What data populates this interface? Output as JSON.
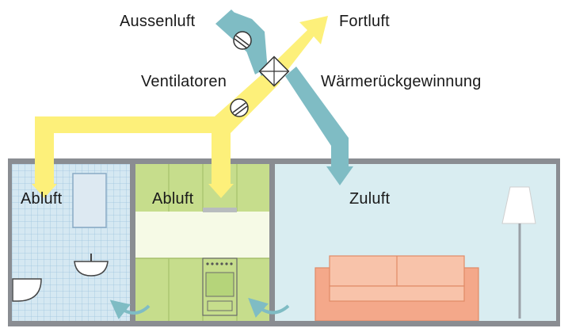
{
  "labels": {
    "outside_air": "Aussenluft",
    "exhaust_out": "Fortluft",
    "fans": "Ventilatoren",
    "heat_recovery": "Wärmerückgewinnung",
    "extract_bathroom": "Abluft",
    "extract_kitchen": "Abluft",
    "supply": "Zuluft"
  },
  "colors": {
    "supply_duct": "#7fbcc4",
    "exhaust_duct": "#fdf07a",
    "wall": "#8a8d92",
    "bathroom_tile": "#cfe3ef",
    "kitchen_cabinet": "#c6dd8c",
    "living_room": "#d9edf1",
    "sofa": "#f4a88a",
    "airflow_arrow": "#7fbcc4"
  }
}
